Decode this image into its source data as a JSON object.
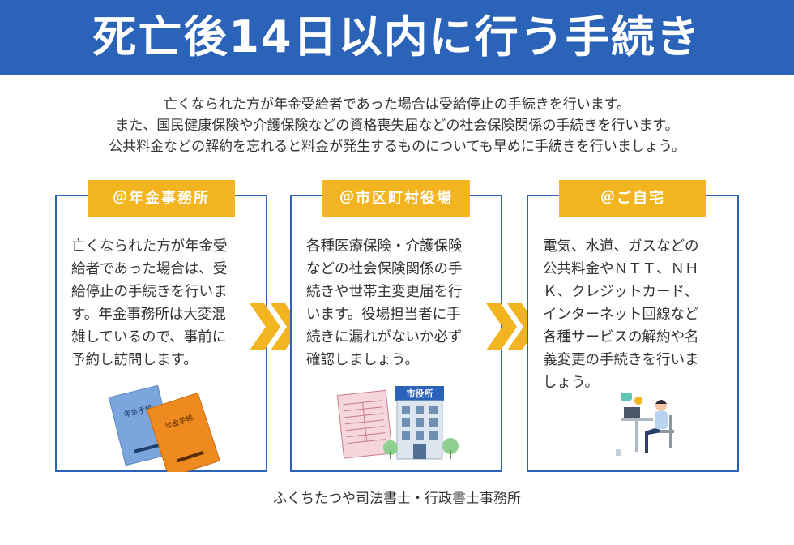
{
  "title": "死亡後14日以内に行う手続き",
  "intro": [
    "亡くなられた方が年金受給者であった場合は受給停止の手続きを行います。",
    "また、国民健康保険や介護保険などの資格喪失届などの社会保険関係の手続きを行います。",
    "公共料金などの解約を忘れると料金が発生するものについても早めに手続きを行いましょう。"
  ],
  "panels": [
    {
      "label": "＠年金事務所",
      "lines": [
        "亡くなられた方が年金受",
        "給者であった場合は、受",
        "給停止の手続きを行いま",
        "す。年金事務所は大変混",
        "雑しているので、事前に",
        "予約し訪問します。"
      ],
      "book1_title": "年金手帳",
      "book2_title": "年金手帳"
    },
    {
      "label": "＠市区町村役場",
      "lines": [
        "各種医療保険・介護保険",
        "などの社会保険関係の手",
        "続きや世帯主変更届を行",
        "います。役場担当者に手",
        "続きに漏れがないか必ず",
        "確認しましょう。"
      ],
      "building_sign": "市役所"
    },
    {
      "label": "＠ご自宅",
      "lines": [
        "電気、水道、ガスなどの",
        "公共料金やＮＴＴ、ＮＨ",
        "Ｋ、クレジットカード、",
        "インターネット回線など",
        "各種サービスの解約や名",
        "義変更の手続きを行いま",
        "しょう。"
      ]
    }
  ],
  "footer": "ふくちたつや司法書士・行政書士事務所",
  "colors": {
    "header": "#2a63b8",
    "label": "#f2b41f",
    "border": "#2a63b8",
    "chevron": "#f2b41f"
  }
}
